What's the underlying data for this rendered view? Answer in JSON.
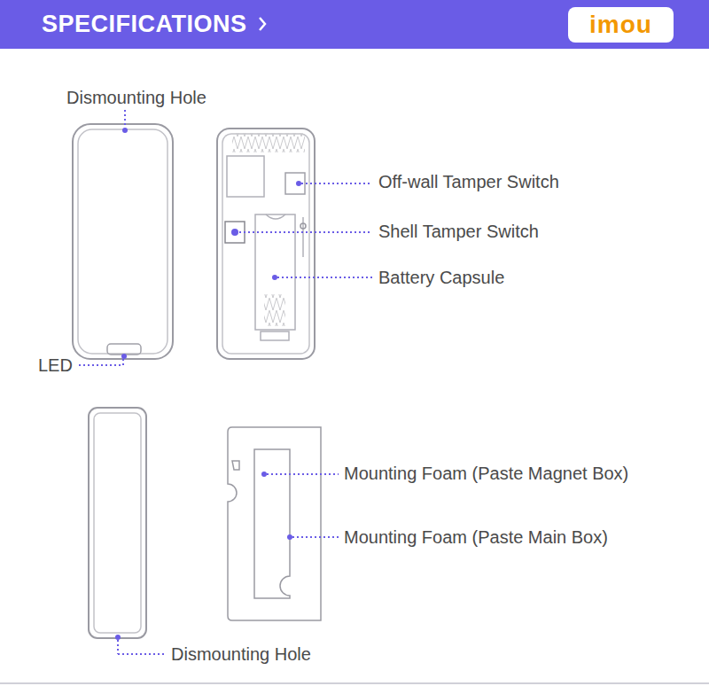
{
  "diagram": {
    "title": "SPECIFICATIONS",
    "labels": [
      "imou",
      "Dismounting Hole",
      "Off-wall Tamper Switch",
      "Shell Tamper Switch",
      "Battery Capsule",
      "LED",
      "Mounting Foam (Paste Magnet Box)",
      "Mounting Foam (Paste Main Box)",
      "Dismounting Hole"
    ]
  }
}
